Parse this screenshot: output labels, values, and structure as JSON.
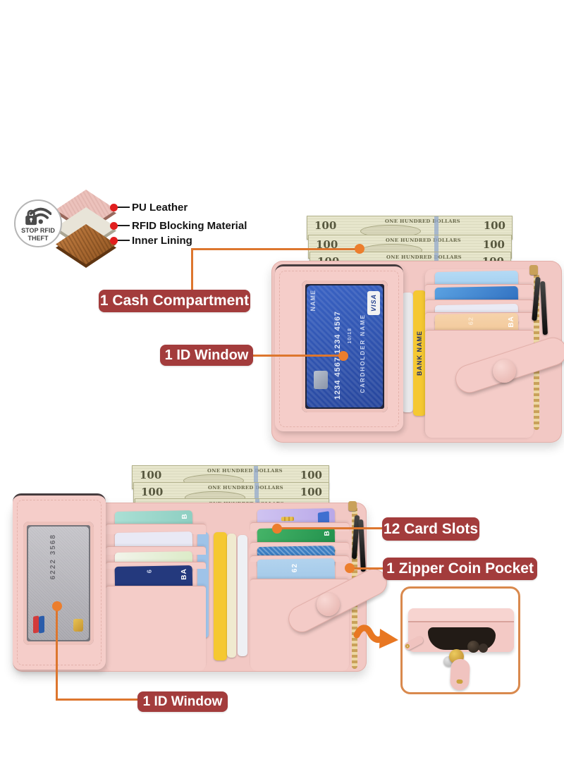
{
  "colors": {
    "callout_bg": "#A33C3C",
    "callout_text": "#FFFFFF",
    "connector": "#DD762E",
    "dot": "#EC7E2D",
    "arrow": "#E87722",
    "frame_border": "#D9894D",
    "material_dot": "#E11E1E",
    "wallet_pink": "#F2C8C4",
    "bill_green": "#E7E6CC"
  },
  "rfid_badge": {
    "line1": "STOP RFID",
    "line2": "THEFT"
  },
  "materials": {
    "items": [
      {
        "label": "PU Leather",
        "color": "#ECC2BC"
      },
      {
        "label": "RFID Blocking Material",
        "color": "#E8E4D8"
      },
      {
        "label": "Inner Lining",
        "color": "#B06A2C"
      }
    ]
  },
  "callouts": {
    "cash": "1 Cash Compartment",
    "id_window_top": "1 ID Window",
    "card_slots": "12 Card Slots",
    "zipper": "1 Zipper Coin Pocket",
    "id_window_bottom": "1 ID Window"
  },
  "money": {
    "denomination": "100",
    "banner": "ONE HUNDRED DOLLARS"
  },
  "cards": {
    "visa_card": {
      "brand": "VISA",
      "number": "1234 4567 1234 4567",
      "holder": "CARDHOLDER NAME",
      "expiry": "10/18",
      "name_tag": "NAME"
    },
    "yellow_card": {
      "label": "BANK NAME"
    },
    "silver_card": {
      "number": "6222 3568"
    },
    "letters": {
      "b": "B",
      "ba": "BA",
      "six": "6",
      "six_two": "62"
    }
  }
}
